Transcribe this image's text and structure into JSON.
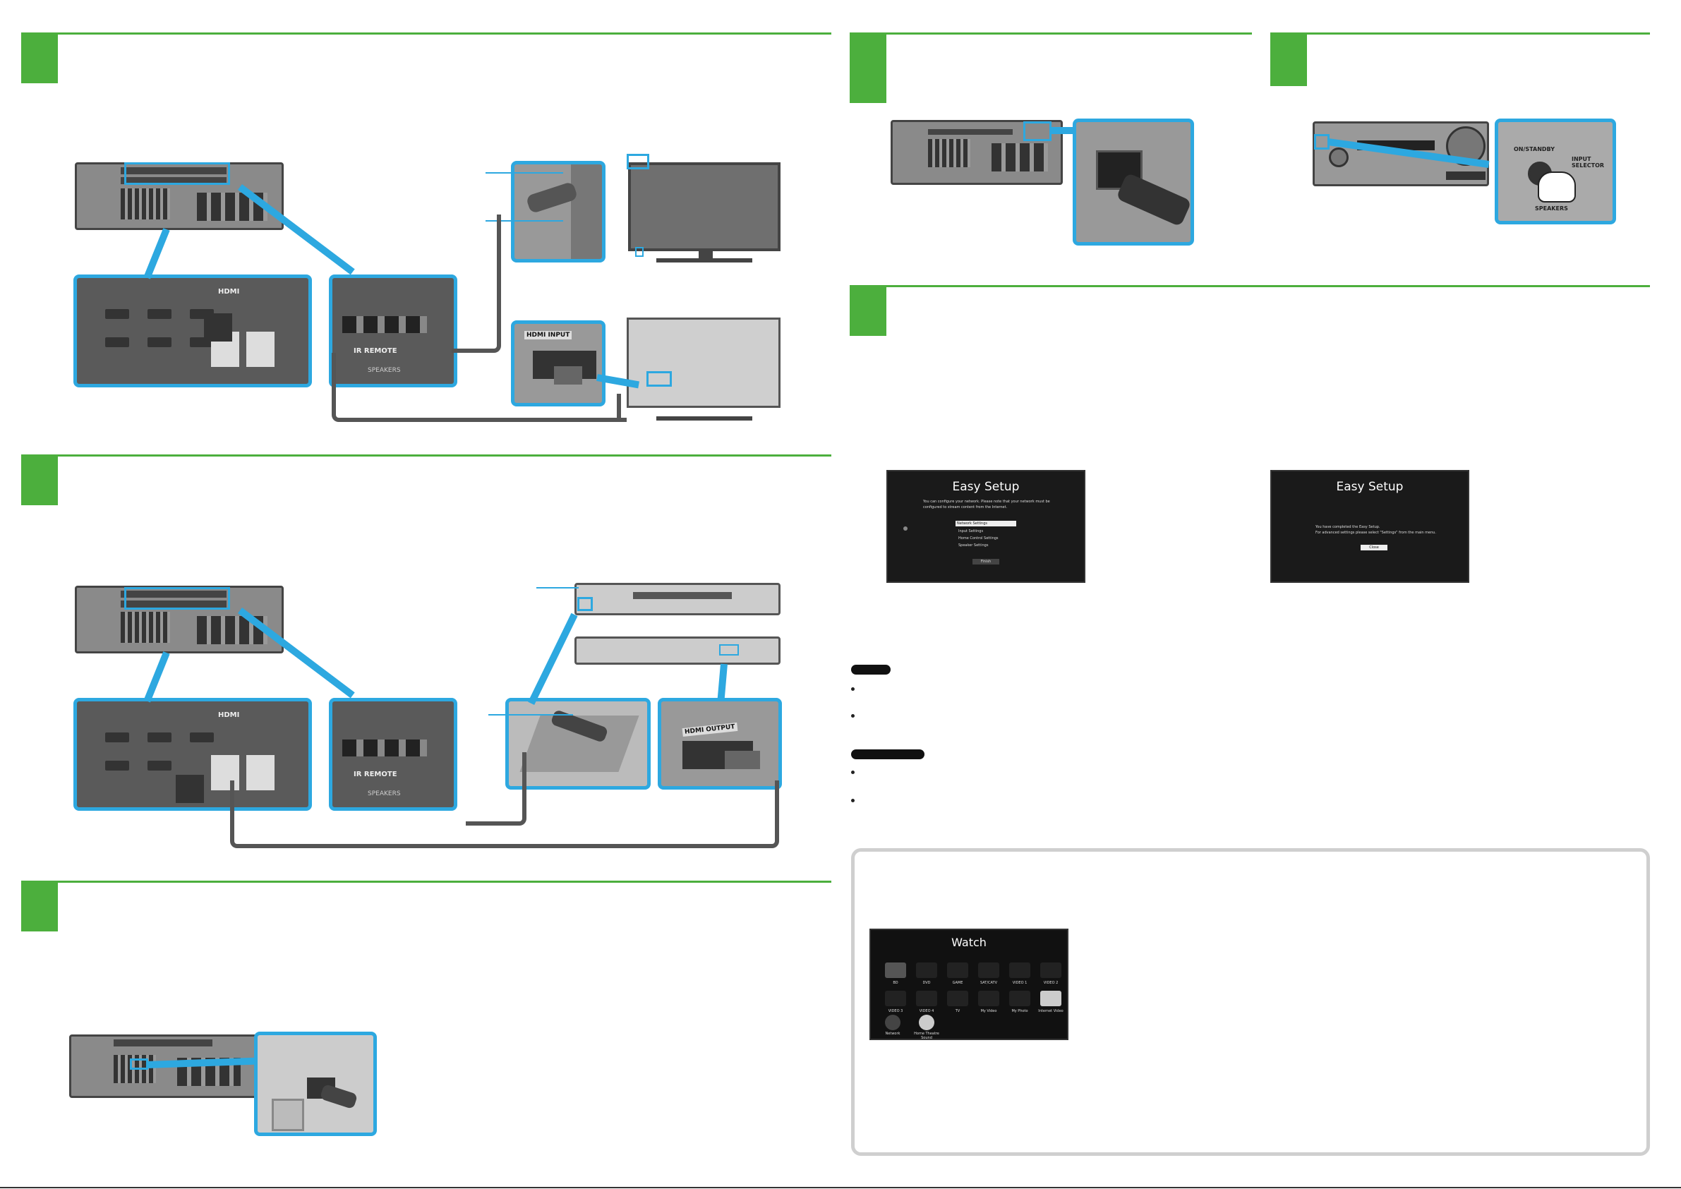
{
  "setup_screen_1": {
    "title": "Easy Setup",
    "description_line1": "You can configure your network. Please note that your network must be",
    "description_line2": "configured to stream content from the Internet.",
    "menu_items": [
      "Network Settings",
      "Input Settings",
      "Home Control Settings",
      "Speaker Settings"
    ],
    "finish_button": "Finish"
  },
  "setup_screen_2": {
    "title": "Easy Setup",
    "line1": "You have completed the Easy Setup.",
    "line2": "For advanced settings please select \"Settings\" from the main menu.",
    "close_button": "Close"
  },
  "watch_menu": {
    "title": "Watch",
    "row1": [
      "BD",
      "DVD",
      "GAME",
      "SAT/CATV",
      "VIDEO 1",
      "VIDEO 2"
    ],
    "row2": [
      "VIDEO 3",
      "VIDEO 4",
      "TV",
      "My Video",
      "My Photo",
      "Internet Video"
    ],
    "row3": [
      "Network",
      "Home Theatre Sound"
    ]
  },
  "panel_labels": {
    "hdmi": "HDMI",
    "ir_remote": "IR REMOTE",
    "speakers": "SPEAKERS",
    "hdmi_input": "HDMI INPUT",
    "hdmi_output": "HDMI OUTPUT",
    "on_standby": "ON/STANDBY",
    "input_selector": "INPUT SELECTOR",
    "speakers_front": "SPEAKERS"
  },
  "colors": {
    "accent_green": "#4caf3d",
    "accent_blue": "#2da8e0"
  }
}
